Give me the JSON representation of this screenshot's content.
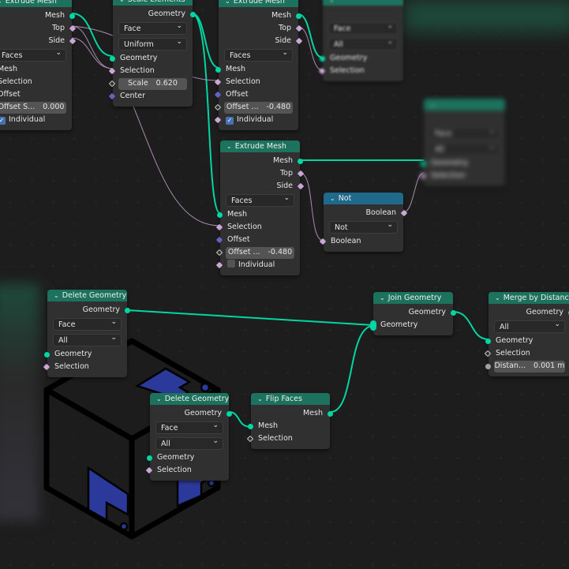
{
  "colors": {
    "geometry_header": "#1d725e",
    "boolean_header": "#1f6a8a",
    "geometry_socket": "#00d6a3",
    "boolean_socket": "#cca6d6",
    "vector_socket": "#6363c7",
    "float_socket": "#a1a1a1",
    "logo_blue": "#2b3a9a"
  },
  "nodes": [
    {
      "id": "extrude-mesh-1",
      "title": "Extrude Mesh",
      "kind": "geometry",
      "rows": [
        {
          "t": "out",
          "label": "Mesh",
          "s": "geo"
        },
        {
          "t": "out",
          "label": "Top",
          "s": "bool"
        },
        {
          "t": "out",
          "label": "Side",
          "s": "bool"
        },
        {
          "t": "dd",
          "label": "Faces"
        },
        {
          "t": "in",
          "label": "Mesh",
          "s": "geo"
        },
        {
          "t": "in",
          "label": "Selection",
          "s": "bool"
        },
        {
          "t": "in",
          "label": "Offset",
          "s": "vec"
        },
        {
          "t": "field",
          "label": "Offset S...",
          "value": "0.000",
          "s": "hol"
        },
        {
          "t": "check",
          "label": "Individual",
          "checked": true,
          "s": "bool"
        }
      ]
    },
    {
      "id": "scale-elements",
      "title": "Scale Elements",
      "kind": "geometry",
      "rows": [
        {
          "t": "out",
          "label": "Geometry",
          "s": "geo"
        },
        {
          "t": "dd",
          "label": "Face"
        },
        {
          "t": "dd",
          "label": "Uniform"
        },
        {
          "t": "in",
          "label": "Geometry",
          "s": "geo"
        },
        {
          "t": "in",
          "label": "Selection",
          "s": "bool"
        },
        {
          "t": "field",
          "label": "Scale",
          "value": "0.620",
          "s": "hol"
        },
        {
          "t": "in",
          "label": "Center",
          "s": "vec"
        }
      ]
    },
    {
      "id": "extrude-mesh-2",
      "title": "Extrude Mesh",
      "kind": "geometry",
      "rows": [
        {
          "t": "out",
          "label": "Mesh",
          "s": "geo"
        },
        {
          "t": "out",
          "label": "Top",
          "s": "bool"
        },
        {
          "t": "out",
          "label": "Side",
          "s": "bool"
        },
        {
          "t": "dd",
          "label": "Faces"
        },
        {
          "t": "in",
          "label": "Mesh",
          "s": "geo"
        },
        {
          "t": "in",
          "label": "Selection",
          "s": "bool"
        },
        {
          "t": "in",
          "label": "Offset",
          "s": "vec"
        },
        {
          "t": "field",
          "label": "Offset ...",
          "value": "-0.480",
          "s": "hol"
        },
        {
          "t": "check",
          "label": "Individual",
          "checked": true,
          "s": "bool"
        }
      ]
    },
    {
      "id": "separate-node",
      "title": "",
      "kind": "geometry",
      "rows": [
        {
          "t": "out",
          "label": "",
          "s": "none"
        },
        {
          "t": "dd",
          "label": "Face"
        },
        {
          "t": "dd",
          "label": "All"
        },
        {
          "t": "in",
          "label": "Geometry",
          "s": "geo"
        },
        {
          "t": "in",
          "label": "Selection",
          "s": "bool"
        }
      ]
    },
    {
      "id": "extrude-mesh-3",
      "title": "Extrude Mesh",
      "kind": "geometry",
      "rows": [
        {
          "t": "out",
          "label": "Mesh",
          "s": "geo"
        },
        {
          "t": "out",
          "label": "Top",
          "s": "bool"
        },
        {
          "t": "out",
          "label": "Side",
          "s": "bool"
        },
        {
          "t": "dd",
          "label": "Faces"
        },
        {
          "t": "in",
          "label": "Mesh",
          "s": "geo"
        },
        {
          "t": "in",
          "label": "Selection",
          "s": "bool"
        },
        {
          "t": "in",
          "label": "Offset",
          "s": "vec"
        },
        {
          "t": "field",
          "label": "Offset ...",
          "value": "-0.480",
          "s": "hol"
        },
        {
          "t": "check",
          "label": "Individual",
          "checked": false,
          "s": "bool"
        }
      ]
    },
    {
      "id": "not",
      "title": "Not",
      "kind": "boolean",
      "rows": [
        {
          "t": "out",
          "label": "Boolean",
          "s": "bool"
        },
        {
          "t": "dd",
          "label": "Not"
        },
        {
          "t": "in",
          "label": "Boolean",
          "s": "bool"
        }
      ]
    },
    {
      "id": "blurred-node",
      "title": "",
      "kind": "geometry",
      "rows": [
        {
          "t": "out",
          "label": "",
          "s": "none"
        },
        {
          "t": "dd",
          "label": "Face"
        },
        {
          "t": "dd",
          "label": "All"
        },
        {
          "t": "in",
          "label": "Geometry",
          "s": "geo"
        },
        {
          "t": "in",
          "label": "Selection",
          "s": "bool"
        }
      ]
    },
    {
      "id": "delete-geometry",
      "title": "Delete Geometry",
      "kind": "geometry",
      "rows": [
        {
          "t": "out",
          "label": "Geometry",
          "s": "geo"
        },
        {
          "t": "dd",
          "label": "Face"
        },
        {
          "t": "dd",
          "label": "All"
        },
        {
          "t": "in",
          "label": "Geometry",
          "s": "geo"
        },
        {
          "t": "in",
          "label": "Selection",
          "s": "bool"
        }
      ]
    },
    {
      "id": "join-geometry",
      "title": "Join Geometry",
      "kind": "geometry",
      "rows": [
        {
          "t": "out",
          "label": "Geometry",
          "s": "geo"
        },
        {
          "t": "in",
          "label": "Geometry",
          "s": "multi"
        }
      ]
    },
    {
      "id": "merge-by-distance",
      "title": "Merge by Distance",
      "kind": "geometry",
      "rows": [
        {
          "t": "out",
          "label": "Geometry",
          "s": "geo"
        },
        {
          "t": "dd",
          "label": "All"
        },
        {
          "t": "in",
          "label": "Geometry",
          "s": "geo"
        },
        {
          "t": "in",
          "label": "Selection",
          "s": "hol"
        },
        {
          "t": "field",
          "label": "Distan...",
          "value": "0.001 m",
          "s": "flt"
        }
      ]
    },
    {
      "id": "delete-geometry-2",
      "title": "Delete Geometry",
      "kind": "geometry",
      "rows": [
        {
          "t": "out",
          "label": "Geometry",
          "s": "geo"
        },
        {
          "t": "dd",
          "label": "Face"
        },
        {
          "t": "dd",
          "label": "All"
        },
        {
          "t": "in",
          "label": "Geometry",
          "s": "geo"
        },
        {
          "t": "in",
          "label": "Selection",
          "s": "bool"
        }
      ]
    },
    {
      "id": "flip-faces",
      "title": "Flip Faces",
      "kind": "geometry",
      "rows": [
        {
          "t": "out",
          "label": "Mesh",
          "s": "geo"
        },
        {
          "t": "in",
          "label": "Mesh",
          "s": "geo"
        },
        {
          "t": "in",
          "label": "Selection",
          "s": "hol"
        }
      ]
    }
  ]
}
